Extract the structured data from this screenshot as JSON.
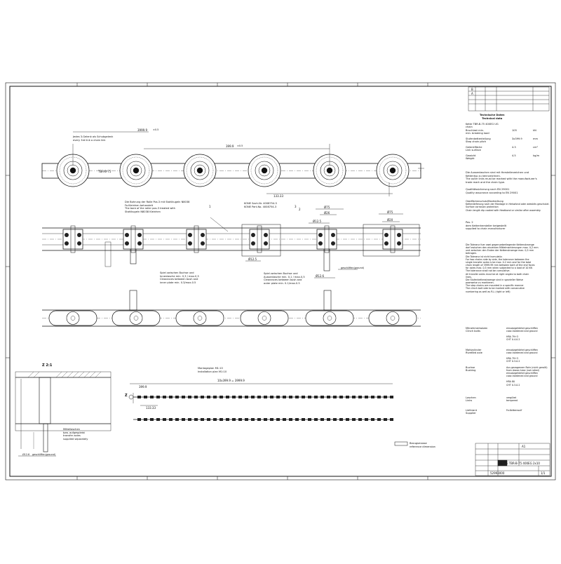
{
  "drawing": {
    "views": {
      "top_view_note": "Jedes 3.Gelenk als Schubgelenk\nevery 3rd link a chain link",
      "chain_label": "TBR-B-75",
      "dims": {
        "overall": "3999.9",
        "pitch": "399.9",
        "pitch_tol": "±0.5",
        "right": "133.33",
        "small": "133.33",
        "left_install": "399.9"
      },
      "roller_note_left": "Die Bohrung der Rolle Pos.3 mit Stahlkugeln N8038\nFa.Kleinhen behandelt\nThe bore of the roller pos.3 treated with\nStahlkugeln N8038 Kleinhen",
      "kone_note": "KONE Sach-Nr. 4008754-3\nKONE Part-No. 4008754-3",
      "clearance_left": "Spiel zwischen Buchse und\nInnenlasche min. 0,3 / max.0,5\nClearances between bush and\ninner plate min. 0.3/max.0.5",
      "clearance_right": "Spiel zwischen Buchse und\nAussenlasche min. 0,1 / max.0,5\nClearances between bush and\nouter plate min. 0.1/max.0.5",
      "phi75": "Ø75",
      "phi26": "Ø26",
      "phi12_5": "Ø12.5",
      "phi20": "Ø20",
      "phi12_6": "Ø12.6",
      "ground": "geschliffen(ground)",
      "pos1": "1",
      "pos2": "2",
      "pos3": "3",
      "detail_z": "Z 2:1",
      "detail_note": "Mittellaschen\nbzw. aufgespleist\ntransfer axles\nsupplied separately",
      "install_title": "Montageplan M1:10\nInstallation plan M1:10",
      "install_dim": "10x399.9 = 3999.9",
      "install_z": "Z",
      "ref_dims": "Bezugsmasse\nreference dimension"
    },
    "tech_data": {
      "header": "Technische Daten\nTechnical data",
      "rows": [
        {
          "label": "Kette TBR-B-75 400EG UG\nchain",
          "value": "",
          "unit": ""
        },
        {
          "label": "Bruchlast min.\nmin. breaking load",
          "value": "105",
          "unit": "kN"
        },
        {
          "label": "Stufenkettenteilung\nStep chain pitch",
          "value": "3x399.9",
          "unit": "mm"
        },
        {
          "label": "Gelenkfläche\nLink surface",
          "value": "4.3",
          "unit": "cm²"
        },
        {
          "label": "Gewicht\nWeight",
          "value": "4.5",
          "unit": "kg/m"
        }
      ],
      "marking": "Die Aussenlaschen sind mit Herstellerzeichen und\nKettentyp zu kennzeichnen.\nThe outer links must be marked with the manufacturer's\ntrade mark and the chain type.",
      "quality": "Qualitätssicherung nach EN 29001\nQuality assurance according to EN 29001",
      "surface": "Oberflächenschutz/Montierölung\nKettenlieferung nach der Montage in Heissfond oder adeskitv geschutzt.\nSurface corrosion protection\nChain length dip coated with Heatbond or similar after assembly.",
      "pos2_note": "Pos. 2\ndem Kettenhersteller beigestellt\nsupplied to chain manufacturer",
      "tolerance": "Die Toleranz fuer zwei gegenueberliegende Kettenstraenge\ndarf zwischen den einzelnen Mittelmarkierungen max. 0,2 mm\nund zwischen den Enden der Kettenstraenge max. 0,5 mm\nbetragen.\nDie Toleranz ist nicht kumulativ.\nFor two chains side by side, the tolerance between the\nsingle transfer axles is be max. 0.2 mm and for the total\nchain length of 3999.99 mm between both of the end faces\nfor axles max. 0.5 mm when subjected to a load of 10 KN\nThe tolerance shall not be cumulative.\nAll transfer axles must be at right angles to both chain\nlines.\nDie Stufenkettenstraenge sind in spezieller Weise\npaarweise zu markieren.\nThe step chains are mounted in a specific manner\nThe clinch bolt side to be marked with consecutive\nnumbering as well as R-L (right or left)"
    },
    "materials": [
      {
        "label": "Mitnehmerbolzen\nClinch bolts",
        "value": "einsatzgehärtet geschliffen\ncase-hardened and ground\n\nHRA 79+3\nCHT 0.4-0.2"
      },
      {
        "label": "Mattzylinder\nRivetted axle",
        "value": "einsatzgehärtet geschliffen\ncase-hardened and ground\n\nHRA 79+3\nCHT 0.3-0.2"
      },
      {
        "label": "Buchse\nBushing",
        "value": "Aus gezogenem Rohr (nicht gerollt)\nfrom drawn tube (not rolled)\neinsatzgehärtet geschliffen\ncase-hardened and ground\n\nHRA 80\nCHT 0.3-0.2"
      },
      {
        "label": "Laschen\nLinks",
        "value": "vergütet\ntempered"
      },
      {
        "label": "Lieferant\nSupplier",
        "value": "Fa.Kettenwulf"
      }
    ],
    "title_block": {
      "title": "KETTE TBR-B-75 400EG 2x10",
      "drawing_no": "52993000",
      "rev_b": "B",
      "rev_a": "A",
      "sheet": "1/1",
      "format": "A1"
    }
  }
}
